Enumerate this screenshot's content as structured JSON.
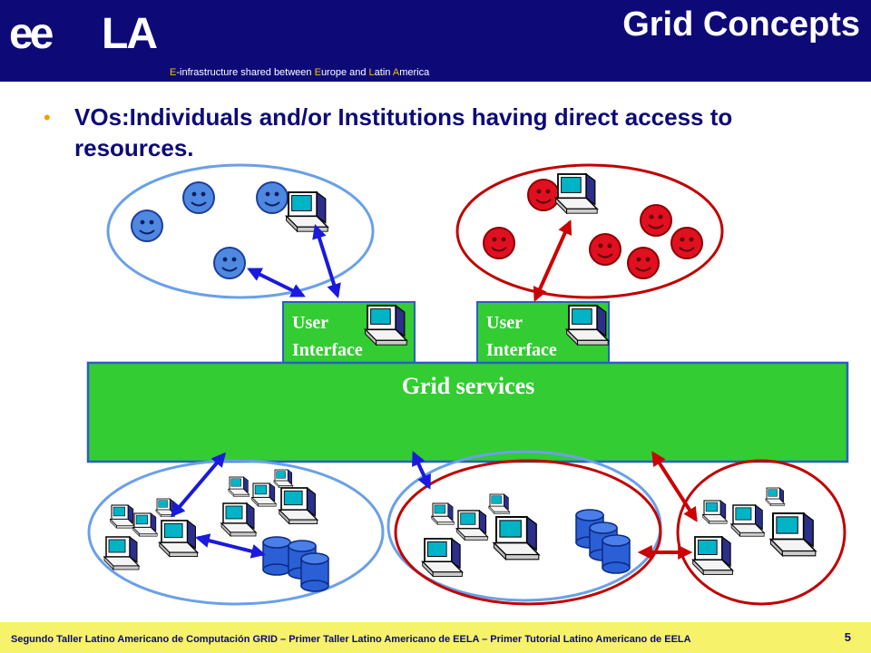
{
  "header": {
    "logo_ee": "ee",
    "logo_la": "LA",
    "tagline_parts": [
      "E",
      "-infrastructure shared between ",
      "E",
      "urope and ",
      "L",
      "atin ",
      "A",
      "merica"
    ],
    "title": "Grid Concepts"
  },
  "bullet": {
    "text": "VOs:Individuals and/or Institutions having direct access to resources."
  },
  "diagram": {
    "user_interface_label_1": "User Interface",
    "user_interface_label_2": "User Interface",
    "grid_services_label": "Grid services",
    "colors": {
      "blue_vo": "#6aa0e8",
      "red_vo": "#c00000",
      "arrow_blue": "#1a1adc",
      "arrow_red": "#cc0000",
      "grid_green": "#33cc33",
      "smiley_blue": "#4f88e0",
      "smiley_red": "#e01020"
    }
  },
  "footer": {
    "text": "Segundo Taller Latino Americano de Computación GRID – Primer Taller Latino Americano de EELA – Primer Tutorial Latino Americano de EELA",
    "page": "5"
  }
}
